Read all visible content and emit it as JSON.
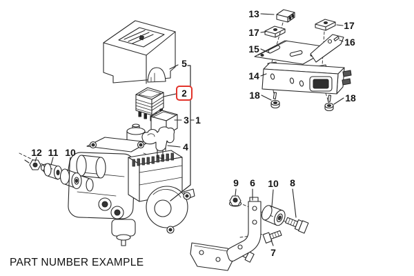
{
  "diagram": {
    "caption": "PART NUMBER EXAMPLE",
    "highlight": {
      "part_number": "2",
      "color": "#e2332a"
    },
    "line_color": "#262626",
    "callouts": {
      "part1": "1",
      "part2": "2",
      "part3": "3",
      "part4": "4",
      "part5": "5",
      "part6": "6",
      "part7": "7",
      "part8": "8",
      "part9": "9",
      "part10_left": "10",
      "part10_right": "10",
      "part11": "11",
      "part12": "12",
      "part13": "13",
      "part14": "14",
      "part15": "15",
      "part16": "16",
      "part17_left": "17",
      "part17_right": "17",
      "part18_left": "18",
      "part18_right": "18"
    }
  }
}
